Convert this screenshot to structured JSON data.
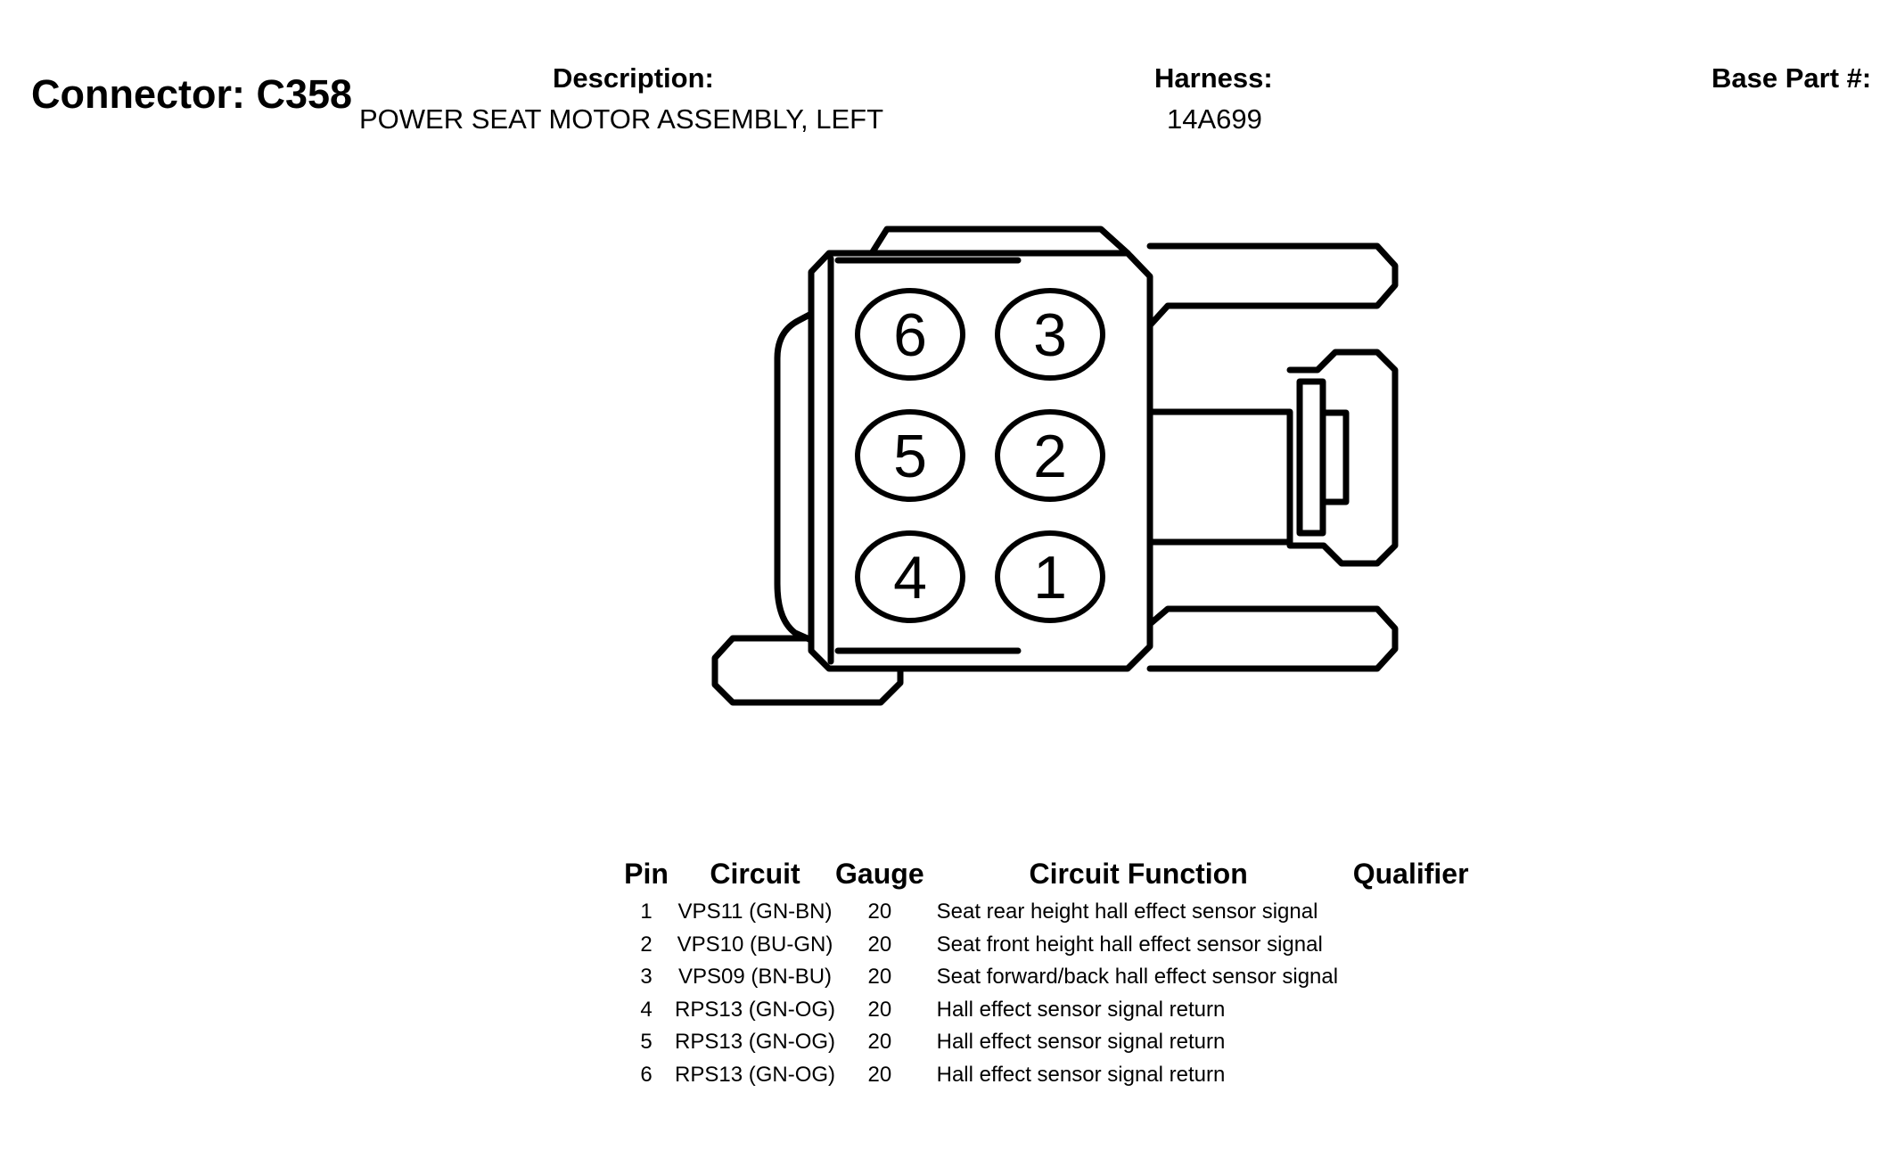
{
  "header": {
    "connector_label": "Connector: C358",
    "description_label": "Description:",
    "description_value": "POWER SEAT MOTOR ASSEMBLY, LEFT",
    "harness_label": "Harness:",
    "harness_value": "14A699",
    "base_part_label": "Base Part #:"
  },
  "diagram": {
    "pins": [
      {
        "label": "6"
      },
      {
        "label": "3"
      },
      {
        "label": "5"
      },
      {
        "label": "2"
      },
      {
        "label": "4"
      },
      {
        "label": "1"
      }
    ]
  },
  "table": {
    "headers": [
      "Pin",
      "Circuit",
      "Gauge",
      "Circuit Function",
      "Qualifier"
    ],
    "rows": [
      {
        "pin": "1",
        "circuit": "VPS11 (GN-BN)",
        "gauge": "20",
        "function": "Seat rear height hall effect sensor signal",
        "qualifier": ""
      },
      {
        "pin": "2",
        "circuit": "VPS10 (BU-GN)",
        "gauge": "20",
        "function": "Seat front height hall effect sensor signal",
        "qualifier": ""
      },
      {
        "pin": "3",
        "circuit": "VPS09 (BN-BU)",
        "gauge": "20",
        "function": "Seat forward/back hall effect sensor signal",
        "qualifier": ""
      },
      {
        "pin": "4",
        "circuit": "RPS13 (GN-OG)",
        "gauge": "20",
        "function": "Hall effect sensor signal return",
        "qualifier": ""
      },
      {
        "pin": "5",
        "circuit": "RPS13 (GN-OG)",
        "gauge": "20",
        "function": "Hall effect sensor signal return",
        "qualifier": ""
      },
      {
        "pin": "6",
        "circuit": "RPS13 (GN-OG)",
        "gauge": "20",
        "function": "Hall effect sensor signal return",
        "qualifier": ""
      }
    ]
  }
}
